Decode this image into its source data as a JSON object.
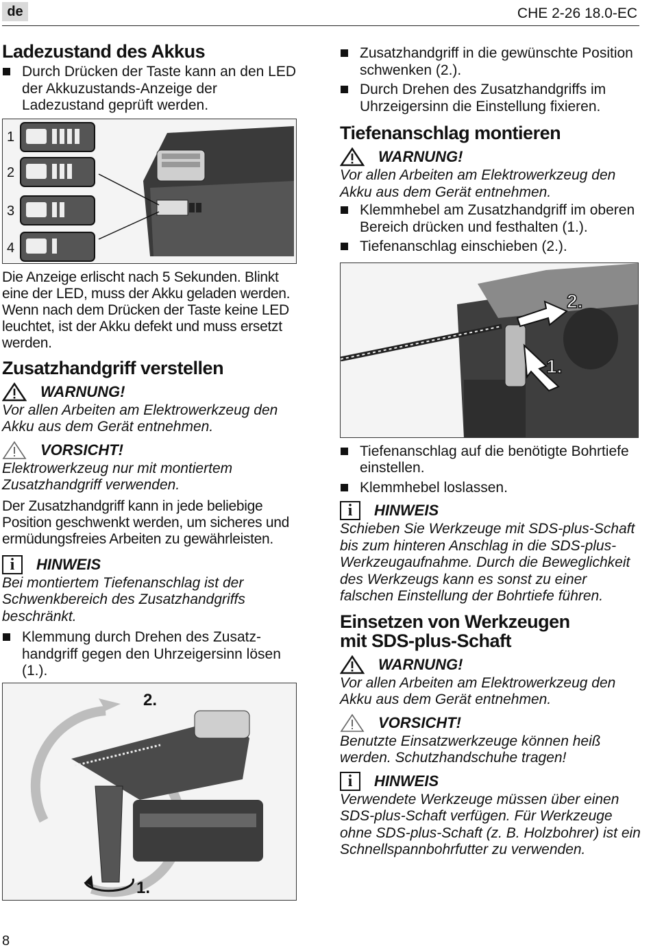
{
  "header": {
    "lang": "de",
    "doc_id": "CHE 2-26 18.0-EC"
  },
  "page_number": "8",
  "left": {
    "s1": {
      "title": "Ladezustand des Akkus",
      "bullet": "Durch Drücken der Taste kann an den LED der Akkuzustands-Anzeige der Ladezustand geprüft werden.",
      "figure_labels": [
        "1",
        "2",
        "3",
        "4"
      ],
      "para": "Die Anzeige erlischt nach 5 Sekunden. Blinkt eine der LED, muss der Akku geladen werden. Wenn nach dem Drücken der Taste keine LED leuchtet, ist der Akku defekt und muss ersetzt werden."
    },
    "s2": {
      "title": "Zusatzhandgriff verstellen",
      "warning_label": "WARNUNG!",
      "warning_text": "Vor allen Arbeiten am Elektrowerkzeug den Akku aus dem Gerät entnehmen.",
      "caution_label": "VORSICHT!",
      "caution_text": "Elektrowerkzeug nur mit montiertem Zusatzhandgriff verwenden.",
      "para": "Der Zusatzhandgriff kann in jede beliebige Position geschwenkt werden, um sicheres und ermüdungsfreies Arbeiten zu gewährleisten.",
      "note_label": "HINWEIS",
      "note_text": "Bei montiertem Tiefenanschlag ist der Schwenkbereich des Zusatzhandgriffs beschränkt.",
      "bullet": "Klemmung durch Drehen des Zusatz-handgriff gegen den Uhrzeigersinn lösen (1.).",
      "figure_labels": [
        "2.",
        "1."
      ]
    }
  },
  "right": {
    "top_bullets": [
      "Zusatzhandgriff in die gewünschte Position schwenken (2.).",
      "Durch Drehen des Zusatzhandgriffs im Uhrzeigersinn die Einstellung fixieren."
    ],
    "s3": {
      "title": "Tiefenanschlag montieren",
      "warning_label": "WARNUNG!",
      "warning_text": "Vor allen Arbeiten am Elektrowerkzeug den Akku aus dem Gerät entnehmen.",
      "bullets": [
        "Klemmhebel am Zusatzhandgriff im oberen Bereich drücken und festhalten (1.).",
        "Tiefenanschlag einschieben (2.)."
      ],
      "figure_labels": [
        "2.",
        "1."
      ],
      "bullets_after": [
        "Tiefenanschlag auf die benötigte Bohrtiefe einstellen.",
        "Klemmhebel loslassen."
      ],
      "note_label": "HINWEIS",
      "note_text": "Schieben Sie Werkzeuge mit SDS-plus-Schaft bis zum hinteren Anschlag in die SDS-plus-Werkzeugaufnahme. Durch die Beweglichkeit des Werkzeugs kann es sonst zu einer falschen Einstellung der Bohrtiefe führen."
    },
    "s4": {
      "title_line1": "Einsetzen von Werkzeugen",
      "title_line2": "mit SDS-plus-Schaft",
      "warning_label": "WARNUNG!",
      "warning_text": "Vor allen Arbeiten am Elektrowerkzeug den Akku aus dem Gerät entnehmen.",
      "caution_label": "VORSICHT!",
      "caution_text": "Benutzte Einsatzwerkzeuge können heiß werden. Schutzhandschuhe tragen!",
      "note_label": "HINWEIS",
      "note_text": "Verwendete Werkzeuge müssen über einen SDS-plus-Schaft verfügen. Für Werkzeuge ohne SDS-plus-Schaft (z. B. Holzbohrer) ist ein Schnellspannbohrfutter zu verwenden."
    }
  }
}
